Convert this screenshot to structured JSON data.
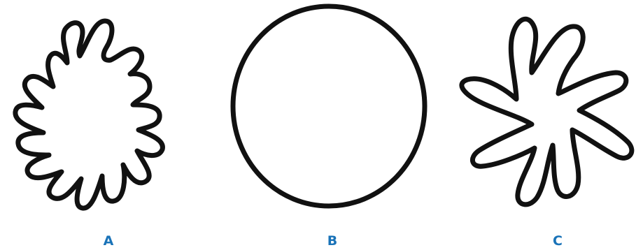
{
  "colors": {
    "outline": "#111111",
    "label": "#1a73b8",
    "background": "#ffffff"
  },
  "figure": {
    "shapes": [
      {
        "id": "A",
        "label": "A",
        "kind": "wavy-blob"
      },
      {
        "id": "B",
        "label": "B",
        "kind": "circle"
      },
      {
        "id": "C",
        "label": "C",
        "kind": "star-blob"
      }
    ]
  }
}
